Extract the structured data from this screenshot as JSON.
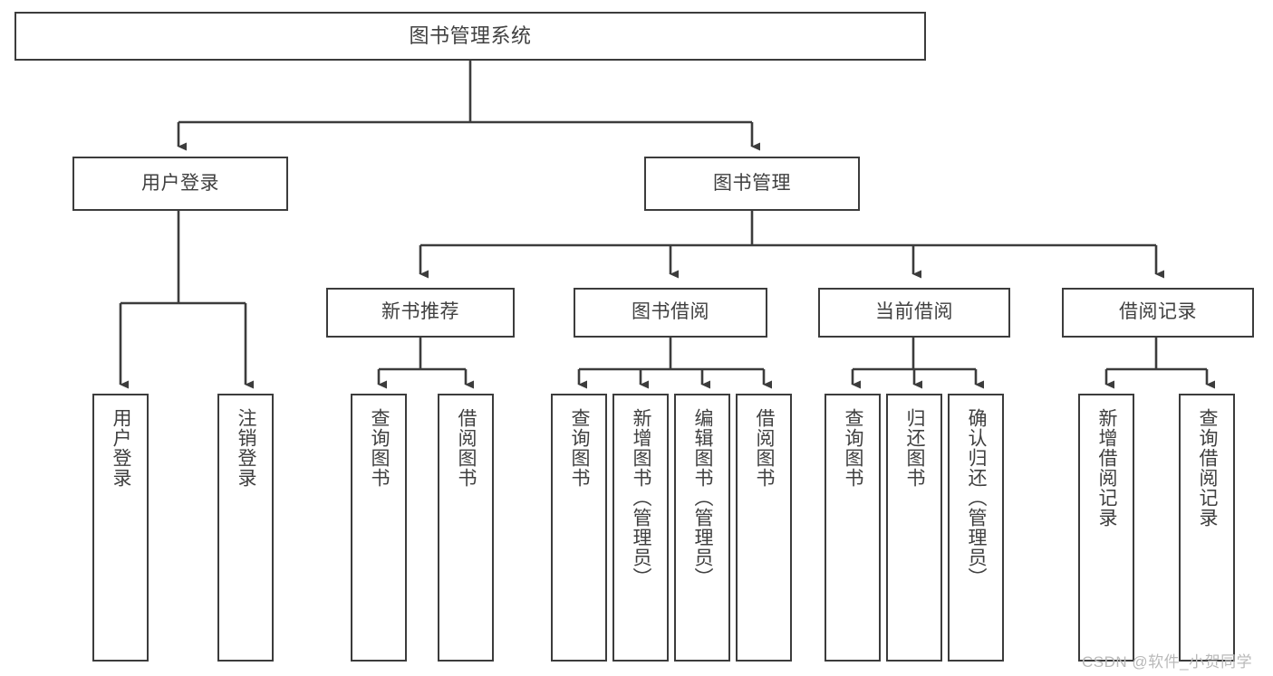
{
  "diagram": {
    "title": "图书管理系统",
    "type": "tree-hierarchy",
    "orientation": "top-down",
    "colors": {
      "box_border": "#3c3c3c",
      "box_fill": "#ffffff",
      "connector": "#3c3c3c",
      "text": "#404040",
      "watermark": "#b9b9b9",
      "background": "#ffffff"
    }
  },
  "root": {
    "label": "图书管理系统"
  },
  "level2": [
    {
      "label": "用户登录"
    },
    {
      "label": "图书管理"
    }
  ],
  "level3": [
    {
      "label": "新书推荐"
    },
    {
      "label": "图书借阅"
    },
    {
      "label": "当前借阅"
    },
    {
      "label": "借阅记录"
    }
  ],
  "leaves": {
    "user_login": [
      {
        "label": "用户登录"
      },
      {
        "label": "注销登录"
      }
    ],
    "new_book_recommend": [
      {
        "label": "查询图书"
      },
      {
        "label": "借阅图书"
      }
    ],
    "book_borrow": [
      {
        "label": "查询图书"
      },
      {
        "label": "新增图书（管理员）"
      },
      {
        "label": "编辑图书（管理员）"
      },
      {
        "label": "借阅图书"
      }
    ],
    "current_borrow": [
      {
        "label": "查询图书"
      },
      {
        "label": "归还图书"
      },
      {
        "label": "确认归还（管理员）"
      }
    ],
    "borrow_records": [
      {
        "label": "新增借阅记录"
      },
      {
        "label": "查询借阅记录"
      }
    ]
  },
  "watermark": {
    "text": "CSDN @软件_小贺同学"
  }
}
